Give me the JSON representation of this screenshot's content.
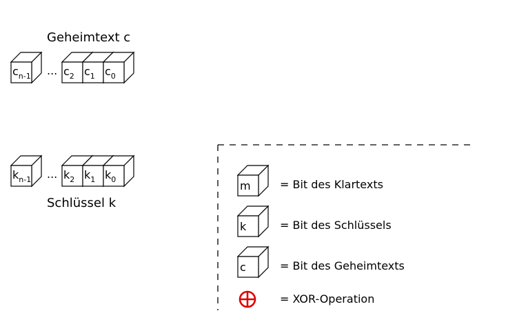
{
  "ciphertext": {
    "title": "Geheimtext c",
    "ellipsis": "...",
    "bits": [
      {
        "base": "c",
        "sub": "n-1"
      },
      {
        "base": "c",
        "sub": "2"
      },
      {
        "base": "c",
        "sub": "1"
      },
      {
        "base": "c",
        "sub": "0"
      }
    ]
  },
  "key": {
    "title": "Schlüssel k",
    "ellipsis": "...",
    "bits": [
      {
        "base": "k",
        "sub": "n-1"
      },
      {
        "base": "k",
        "sub": "2"
      },
      {
        "base": "k",
        "sub": "1"
      },
      {
        "base": "k",
        "sub": "0"
      }
    ]
  },
  "legend": {
    "items": [
      {
        "symbol": "m",
        "text": "= Bit des Klartexts"
      },
      {
        "symbol": "k",
        "text": "= Bit des Schlüssels"
      },
      {
        "symbol": "c",
        "text": "= Bit des Geheimtexts"
      },
      {
        "symbol": "xor",
        "text": "= XOR-Operation"
      }
    ],
    "xor_color": "#e00000"
  }
}
